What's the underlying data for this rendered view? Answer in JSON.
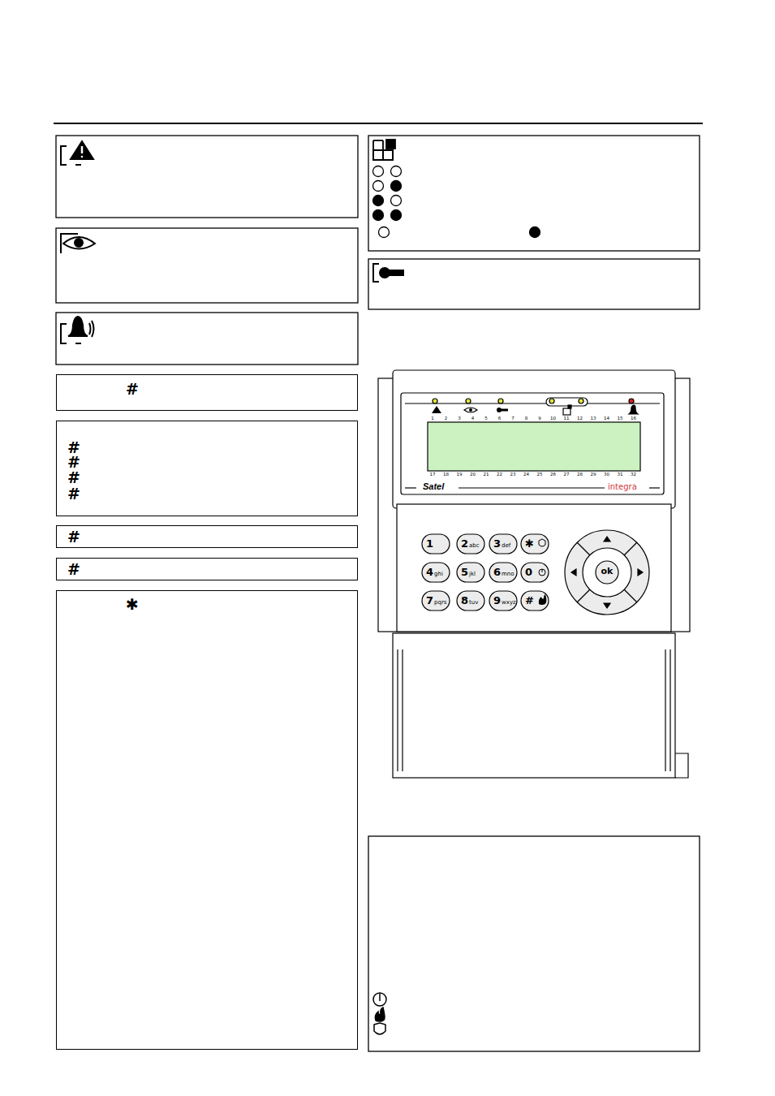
{
  "diagram": {
    "nodes": [
      {
        "text": [
          "#"
        ]
      },
      {
        "text": [
          "#",
          "#",
          "#",
          "#"
        ]
      },
      {
        "text": [
          "#"
        ]
      },
      {
        "text": [
          "#"
        ]
      },
      {
        "text": [
          "✱"
        ]
      },
      {
        "text": [
          "1"
        ]
      },
      {
        "text": [
          "2",
          "abc"
        ]
      },
      {
        "text": [
          "3",
          "def"
        ]
      },
      {
        "text": [
          "✱"
        ]
      },
      {
        "text": [
          "4",
          "ghi"
        ]
      },
      {
        "text": [
          "5",
          "jkl"
        ]
      },
      {
        "text": [
          "6",
          "mno"
        ]
      },
      {
        "text": [
          "0"
        ]
      },
      {
        "text": [
          "7",
          "pqrs"
        ]
      },
      {
        "text": [
          "8",
          "tuv"
        ]
      },
      {
        "text": [
          "9",
          "wxyz"
        ]
      },
      {
        "text": [
          "#"
        ]
      },
      {
        "text": [
          "ok"
        ]
      }
    ],
    "labels": [
      "1",
      "2",
      "3",
      "4",
      "5",
      "6",
      "7",
      "8",
      "9",
      "10",
      "11",
      "12",
      "13",
      "14",
      "15",
      "16",
      "17",
      "18",
      "19",
      "20",
      "21",
      "22",
      "23",
      "24",
      "25",
      "26",
      "27",
      "28",
      "29",
      "30",
      "31",
      "32",
      "Satel",
      "integra"
    ]
  }
}
